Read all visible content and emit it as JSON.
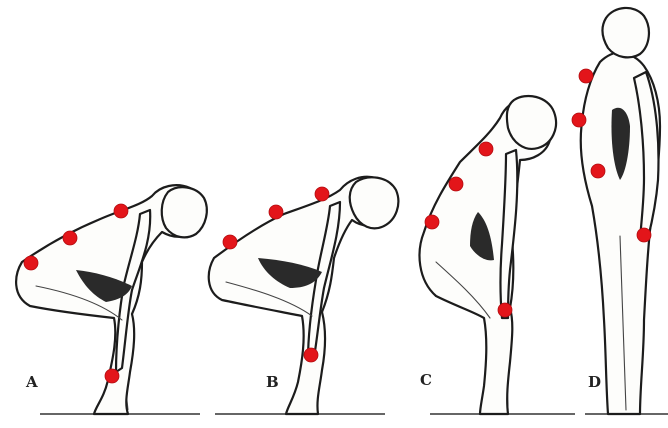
{
  "figures": [
    {
      "id": "A",
      "label": "A",
      "markers": 4
    },
    {
      "id": "B",
      "label": "B",
      "markers": 4
    },
    {
      "id": "C",
      "label": "C",
      "markers": 4
    },
    {
      "id": "D",
      "label": "D",
      "markers": 4
    }
  ],
  "colors": {
    "marker": "#e3151a",
    "outline": "#1c1c1c",
    "shadow": "#2a2a2a",
    "background": "#ffffff"
  }
}
